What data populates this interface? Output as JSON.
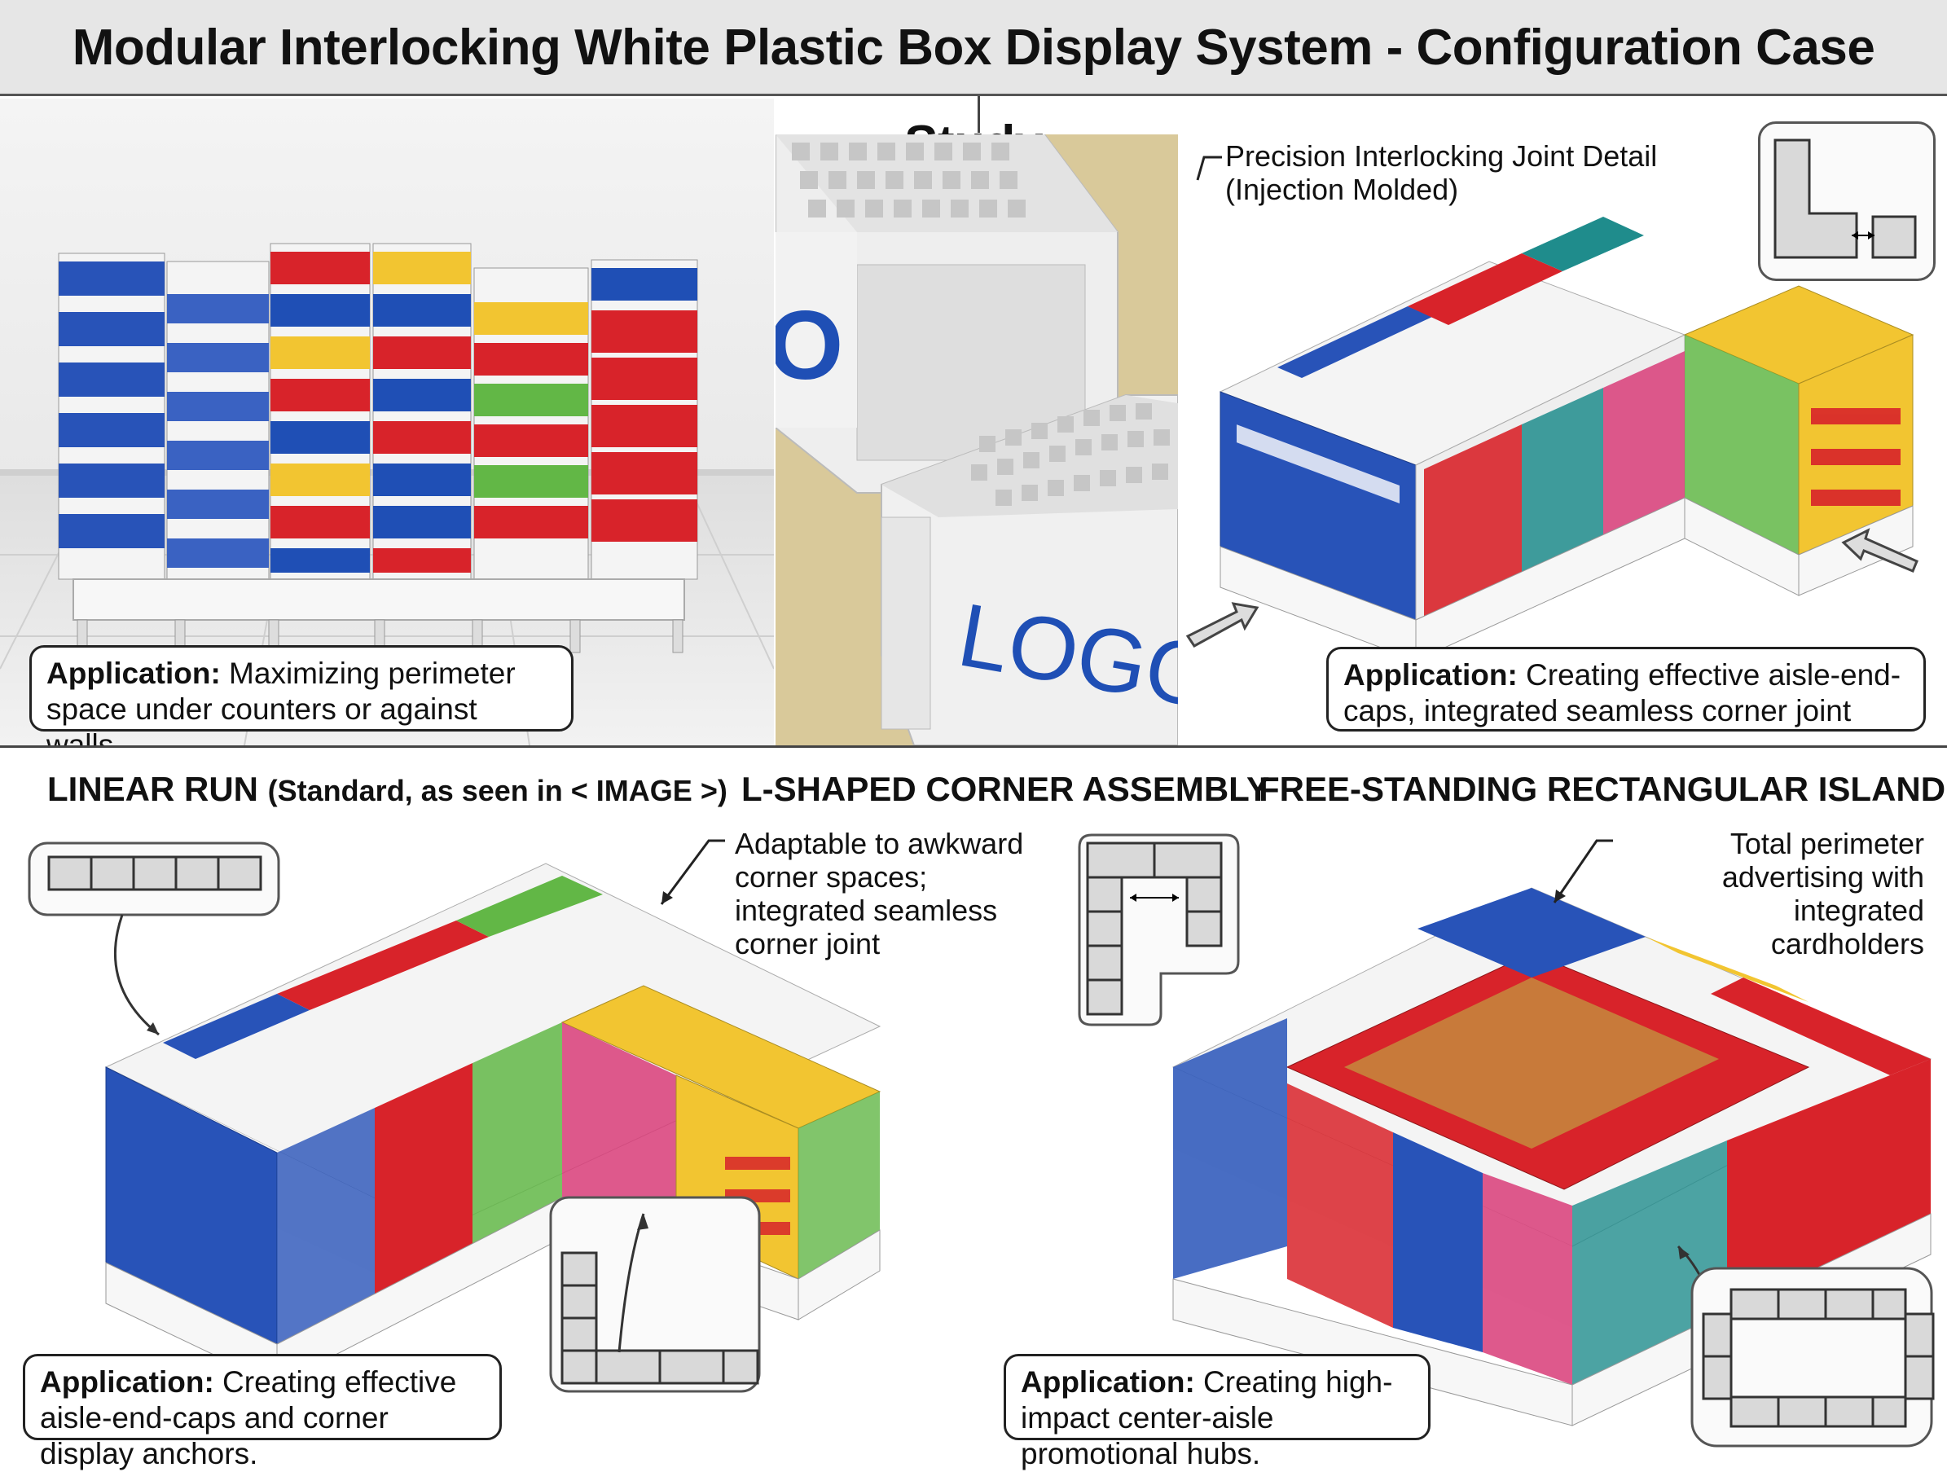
{
  "title": "Modular Interlocking White Plastic Box Display System - Configuration Case Study",
  "colors": {
    "blue": "#1f4fb5",
    "red": "#d8232a",
    "yellow": "#f2c531",
    "green": "#62b746",
    "teal": "#1f8c8c",
    "pink": "#d83c78",
    "white_box": "#f4f4f4",
    "base": "#f7f7f7",
    "floor": "#e4e4e4",
    "joint_bg": "#d9c99a"
  },
  "top_left": {
    "application_label": "Application:",
    "application_text": "Maximizing perimeter space under counters or against walls."
  },
  "detail": {
    "callout": "Precision Interlocking Joint Detail (Injection Molded)",
    "logo_text": "LOGO",
    "application_label": "Application:",
    "application_text": "Creating effective aisle-end-caps, integrated seamless corner joint"
  },
  "sections": {
    "linear": {
      "heading": "LINEAR RUN",
      "heading_sub": "(Standard, as seen in < IMAGE >)",
      "application_label": "Application:",
      "application_text": "Creating effective aisle-end-caps and corner display anchors."
    },
    "l_shape": {
      "heading": "L-SHAPED CORNER ASSEMBLY",
      "note": "Adaptable to awkward corner spaces; integrated seamless corner joint"
    },
    "island": {
      "heading": "FREE-STANDING RECTANGULAR ISLAND",
      "note": "Total perimeter advertising with integrated cardholders",
      "application_label": "Application:",
      "application_text": "Creating high-impact center-aisle promotional hubs."
    }
  },
  "icons": [
    "linear-layout-icon",
    "l-shape-layout-icon",
    "u-shape-layout-icon",
    "rectangle-layout-icon",
    "arrow-icon"
  ]
}
